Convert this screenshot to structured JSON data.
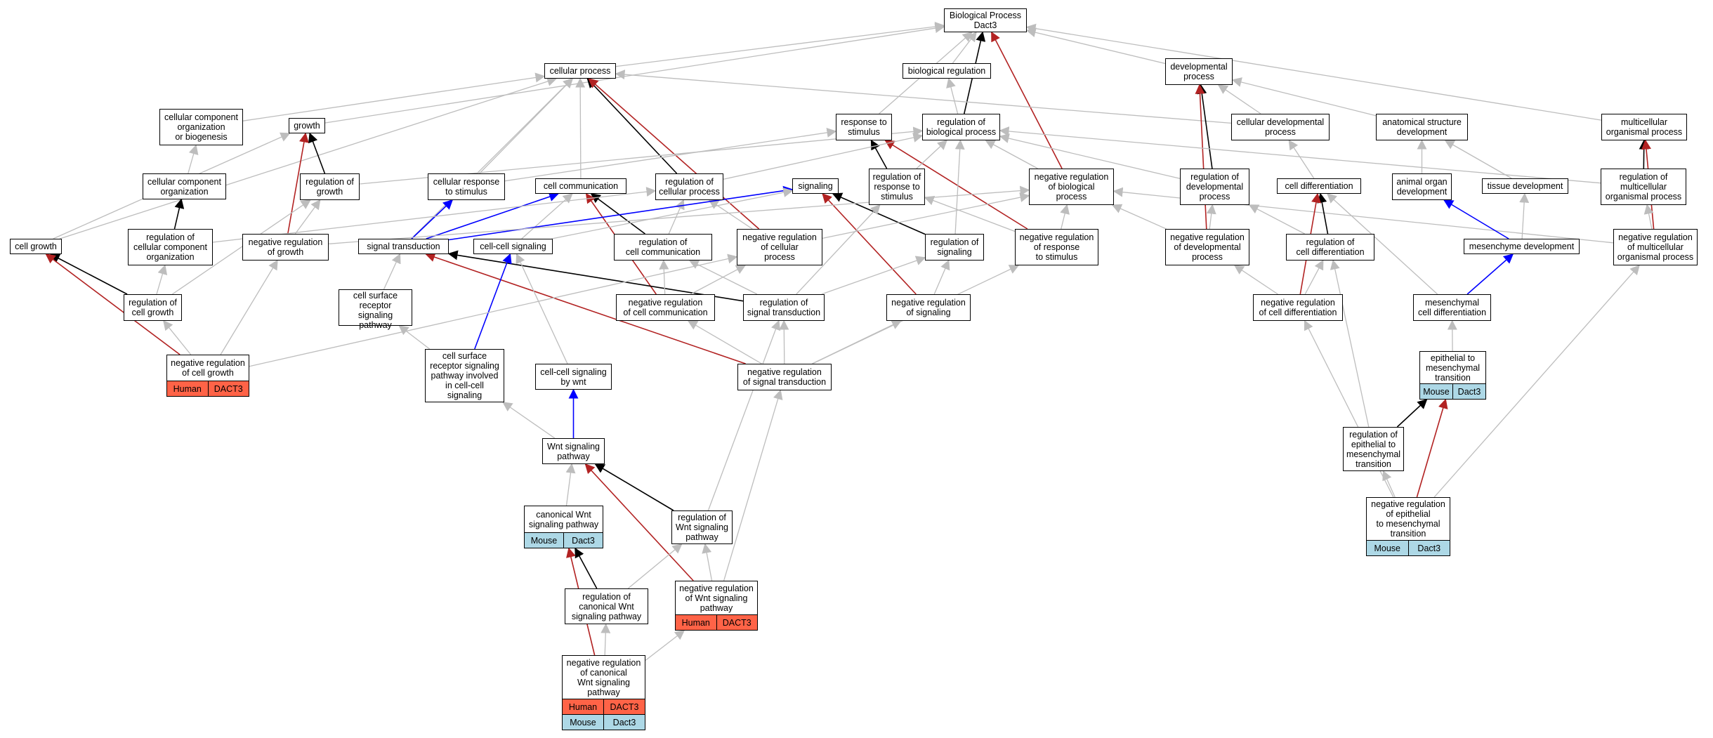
{
  "colors": {
    "is_a": "#bdbdbd",
    "part_of": "#0000ff",
    "regulates": "#000000",
    "negatively_regulates": "#b22222",
    "human_row": "#ff6347",
    "mouse_row": "#add8e6"
  },
  "nodes": {
    "bp": {
      "label": "Biological Process\nDact3"
    },
    "cellular_process": {
      "label": "cellular process"
    },
    "biological_regulation": {
      "label": "biological regulation"
    },
    "developmental_process": {
      "label": "developmental\nprocess"
    },
    "ccob": {
      "label": "cellular component\norganization\nor biogenesis"
    },
    "growth": {
      "label": "growth"
    },
    "response_to_stimulus": {
      "label": "response to\nstimulus"
    },
    "regulation_of_biological_process": {
      "label": "regulation of\nbiological process"
    },
    "cellular_developmental_process": {
      "label": "cellular developmental\nprocess"
    },
    "anatomical_structure_development": {
      "label": "anatomical structure\ndevelopment"
    },
    "multicellular_organismal_process": {
      "label": "multicellular\norganismal process"
    },
    "cco": {
      "label": "cellular component\norganization"
    },
    "regulation_of_growth": {
      "label": "regulation of\ngrowth"
    },
    "cellular_response_to_stimulus": {
      "label": "cellular response\nto stimulus"
    },
    "cell_communication": {
      "label": "cell communication"
    },
    "regulation_of_cellular_process": {
      "label": "regulation of\ncellular process"
    },
    "signaling": {
      "label": "signaling"
    },
    "regulation_of_response_to_stimulus": {
      "label": "regulation of\nresponse to\nstimulus"
    },
    "neg_reg_biological_process": {
      "label": "negative regulation\nof biological\nprocess"
    },
    "regulation_of_developmental_process": {
      "label": "regulation of\ndevelopmental\nprocess"
    },
    "cell_differentiation": {
      "label": "cell differentiation"
    },
    "animal_organ_development": {
      "label": "animal organ\ndevelopment"
    },
    "tissue_development": {
      "label": "tissue development"
    },
    "regulation_of_multicellular_organismal_process": {
      "label": "regulation of\nmulticellular\norganismal process"
    },
    "cell_growth": {
      "label": "cell growth"
    },
    "reg_cco": {
      "label": "regulation of\ncellular component\norganization"
    },
    "neg_reg_growth": {
      "label": "negative regulation\nof growth"
    },
    "signal_transduction": {
      "label": "signal transduction"
    },
    "cell_cell_signaling": {
      "label": "cell-cell signaling"
    },
    "regulation_of_cell_communication": {
      "label": "regulation of\ncell communication"
    },
    "neg_reg_cellular_process": {
      "label": "negative regulation\nof cellular\nprocess"
    },
    "regulation_of_signaling": {
      "label": "regulation of\nsignaling"
    },
    "neg_reg_response_to_stimulus": {
      "label": "negative regulation\nof response\nto stimulus"
    },
    "neg_reg_developmental_process": {
      "label": "negative regulation\nof developmental\nprocess"
    },
    "regulation_of_cell_differentiation": {
      "label": "regulation of\ncell differentiation"
    },
    "mesenchyme_development": {
      "label": "mesenchyme development"
    },
    "neg_reg_multicellular_organismal_process": {
      "label": "negative regulation\nof multicellular\norganismal process"
    },
    "regulation_of_cell_growth": {
      "label": "regulation of\ncell growth"
    },
    "cell_surface_receptor_signaling_pathway": {
      "label": "cell surface\nreceptor signaling\npathway"
    },
    "neg_reg_cell_communication": {
      "label": "negative regulation\nof cell communication"
    },
    "regulation_of_signal_transduction": {
      "label": "regulation of\nsignal transduction"
    },
    "neg_reg_signaling": {
      "label": "negative regulation\nof signaling"
    },
    "neg_reg_cell_differentiation": {
      "label": "negative regulation\nof cell differentiation"
    },
    "mesenchymal_cell_differentiation": {
      "label": "mesenchymal\ncell differentiation"
    },
    "neg_reg_cell_growth": {
      "label": "negative regulation\nof cell growth",
      "species": "Human",
      "gene": "DACT3"
    },
    "csrsp_cell_cell": {
      "label": "cell surface\nreceptor signaling\npathway involved\nin cell-cell\nsignaling"
    },
    "cell_cell_signaling_by_wnt": {
      "label": "cell-cell signaling\nby wnt"
    },
    "neg_reg_signal_transduction": {
      "label": "negative regulation\nof signal transduction"
    },
    "emt": {
      "label": "epithelial to\nmesenchymal\ntransition",
      "species": "Mouse",
      "gene": "Dact3"
    },
    "wnt_signaling_pathway": {
      "label": "Wnt signaling\npathway"
    },
    "reg_emt": {
      "label": "regulation of\nepithelial to\nmesenchymal\ntransition"
    },
    "canonical_wnt": {
      "label": "canonical Wnt\nsignaling pathway",
      "species": "Mouse",
      "gene": "Dact3"
    },
    "reg_wnt": {
      "label": "regulation of\nWnt signaling\npathway"
    },
    "neg_reg_emt": {
      "label": "negative regulation\nof epithelial\nto mesenchymal\ntransition",
      "species": "Mouse",
      "gene": "Dact3"
    },
    "reg_canonical_wnt": {
      "label": "regulation of\ncanonical Wnt\nsignaling pathway"
    },
    "neg_reg_wnt": {
      "label": "negative regulation\nof Wnt signaling\npathway",
      "species": "Human",
      "gene": "DACT3"
    },
    "neg_reg_canonical_wnt": {
      "label": "negative regulation\nof canonical\nWnt signaling\npathway",
      "rows": [
        {
          "species": "Human",
          "gene": "DACT3"
        },
        {
          "species": "Mouse",
          "gene": "Dact3"
        }
      ]
    }
  },
  "edges": [
    [
      "cellular_process",
      "bp",
      "is_a"
    ],
    [
      "biological_regulation",
      "bp",
      "is_a"
    ],
    [
      "developmental_process",
      "bp",
      "is_a"
    ],
    [
      "response_to_stimulus",
      "bp",
      "is_a"
    ],
    [
      "multicellular_organismal_process",
      "bp",
      "is_a"
    ],
    [
      "regulation_of_biological_process",
      "bp",
      "regulates"
    ],
    [
      "neg_reg_biological_process",
      "bp",
      "negatively_regulates"
    ],
    [
      "growth",
      "bp",
      "is_a"
    ],
    [
      "ccob",
      "cellular_process",
      "is_a"
    ],
    [
      "cell_communication",
      "cellular_process",
      "is_a"
    ],
    [
      "cellular_response_to_stimulus",
      "cellular_process",
      "is_a"
    ],
    [
      "cell_growth",
      "cellular_process",
      "is_a"
    ],
    [
      "signal_transduction",
      "cellular_process",
      "is_a"
    ],
    [
      "regulation_of_cellular_process",
      "cellular_process",
      "regulates"
    ],
    [
      "neg_reg_cellular_process",
      "cellular_process",
      "negatively_regulates"
    ],
    [
      "cellular_developmental_process",
      "cellular_process",
      "is_a"
    ],
    [
      "regulation_of_biological_process",
      "biological_regulation",
      "is_a"
    ],
    [
      "cellular_developmental_process",
      "developmental_process",
      "is_a"
    ],
    [
      "anatomical_structure_development",
      "developmental_process",
      "is_a"
    ],
    [
      "regulation_of_developmental_process",
      "developmental_process",
      "regulates"
    ],
    [
      "neg_reg_developmental_process",
      "developmental_process",
      "negatively_regulates"
    ],
    [
      "cco",
      "ccob",
      "is_a"
    ],
    [
      "cell_growth",
      "growth",
      "is_a"
    ],
    [
      "regulation_of_growth",
      "growth",
      "regulates"
    ],
    [
      "neg_reg_growth",
      "growth",
      "negatively_regulates"
    ],
    [
      "cellular_response_to_stimulus",
      "response_to_stimulus",
      "is_a"
    ],
    [
      "regulation_of_response_to_stimulus",
      "response_to_stimulus",
      "regulates"
    ],
    [
      "neg_reg_response_to_stimulus",
      "response_to_stimulus",
      "negatively_regulates"
    ],
    [
      "regulation_of_cellular_process",
      "regulation_of_biological_process",
      "is_a"
    ],
    [
      "regulation_of_response_to_stimulus",
      "regulation_of_biological_process",
      "is_a"
    ],
    [
      "neg_reg_biological_process",
      "regulation_of_biological_process",
      "is_a"
    ],
    [
      "regulation_of_developmental_process",
      "regulation_of_biological_process",
      "is_a"
    ],
    [
      "regulation_of_growth",
      "regulation_of_biological_process",
      "is_a"
    ],
    [
      "regulation_of_signaling",
      "regulation_of_biological_process",
      "is_a"
    ],
    [
      "regulation_of_multicellular_organismal_process",
      "regulation_of_biological_process",
      "is_a"
    ],
    [
      "cell_differentiation",
      "cellular_developmental_process",
      "is_a"
    ],
    [
      "animal_organ_development",
      "anatomical_structure_development",
      "is_a"
    ],
    [
      "tissue_development",
      "anatomical_structure_development",
      "is_a"
    ],
    [
      "regulation_of_multicellular_organismal_process",
      "multicellular_organismal_process",
      "regulates"
    ],
    [
      "neg_reg_multicellular_organismal_process",
      "multicellular_organismal_process",
      "negatively_regulates"
    ],
    [
      "reg_cco",
      "cco",
      "regulates"
    ],
    [
      "regulation_of_cell_growth",
      "regulation_of_growth",
      "is_a"
    ],
    [
      "neg_reg_growth",
      "regulation_of_growth",
      "is_a"
    ],
    [
      "signal_transduction",
      "cellular_response_to_stimulus",
      "part_of"
    ],
    [
      "signal_transduction",
      "cell_communication",
      "part_of"
    ],
    [
      "cell_cell_signaling",
      "cell_communication",
      "is_a"
    ],
    [
      "regulation_of_cell_communication",
      "cell_communication",
      "regulates"
    ],
    [
      "neg_reg_cell_communication",
      "cell_communication",
      "negatively_regulates"
    ],
    [
      "reg_cco",
      "regulation_of_cellular_process",
      "is_a"
    ],
    [
      "regulation_of_cell_communication",
      "regulation_of_cellular_process",
      "is_a"
    ],
    [
      "neg_reg_cellular_process",
      "regulation_of_cellular_process",
      "is_a"
    ],
    [
      "signal_transduction",
      "signaling",
      "part_of"
    ],
    [
      "cell_cell_signaling",
      "signaling",
      "is_a"
    ],
    [
      "regulation_of_signaling",
      "signaling",
      "regulates"
    ],
    [
      "neg_reg_signaling",
      "signaling",
      "negatively_regulates"
    ],
    [
      "regulation_of_signal_transduction",
      "regulation_of_response_to_stimulus",
      "is_a"
    ],
    [
      "neg_reg_response_to_stimulus",
      "regulation_of_response_to_stimulus",
      "is_a"
    ],
    [
      "neg_reg_cellular_process",
      "neg_reg_biological_process",
      "is_a"
    ],
    [
      "neg_reg_response_to_stimulus",
      "neg_reg_biological_process",
      "is_a"
    ],
    [
      "neg_reg_developmental_process",
      "neg_reg_biological_process",
      "is_a"
    ],
    [
      "neg_reg_multicellular_organismal_process",
      "neg_reg_biological_process",
      "is_a"
    ],
    [
      "neg_reg_growth",
      "neg_reg_biological_process",
      "is_a"
    ],
    [
      "neg_reg_developmental_process",
      "regulation_of_developmental_process",
      "is_a"
    ],
    [
      "regulation_of_cell_differentiation",
      "regulation_of_developmental_process",
      "is_a"
    ],
    [
      "regulation_of_cell_differentiation",
      "cell_differentiation",
      "regulates"
    ],
    [
      "neg_reg_cell_differentiation",
      "cell_differentiation",
      "negatively_regulates"
    ],
    [
      "mesenchymal_cell_differentiation",
      "cell_differentiation",
      "is_a"
    ],
    [
      "mesenchyme_development",
      "animal_organ_development",
      "part_of"
    ],
    [
      "mesenchyme_development",
      "tissue_development",
      "is_a"
    ],
    [
      "neg_reg_multicellular_organismal_process",
      "regulation_of_multicellular_organismal_process",
      "is_a"
    ],
    [
      "regulation_of_cell_growth",
      "cell_growth",
      "regulates"
    ],
    [
      "neg_reg_cell_growth",
      "cell_growth",
      "negatively_regulates"
    ],
    [
      "regulation_of_cell_growth",
      "reg_cco",
      "is_a"
    ],
    [
      "cell_surface_receptor_signaling_pathway",
      "signal_transduction",
      "is_a"
    ],
    [
      "regulation_of_signal_transduction",
      "signal_transduction",
      "regulates"
    ],
    [
      "neg_reg_signal_transduction",
      "signal_transduction",
      "negatively_regulates"
    ],
    [
      "csrsp_cell_cell",
      "cell_cell_signaling",
      "part_of"
    ],
    [
      "cell_cell_signaling_by_wnt",
      "cell_cell_signaling",
      "is_a"
    ],
    [
      "regulation_of_signal_transduction",
      "regulation_of_cell_communication",
      "is_a"
    ],
    [
      "neg_reg_cell_communication",
      "regulation_of_cell_communication",
      "is_a"
    ],
    [
      "neg_reg_cell_communication",
      "neg_reg_cellular_process",
      "is_a"
    ],
    [
      "regulation_of_signal_transduction",
      "regulation_of_signaling",
      "is_a"
    ],
    [
      "neg_reg_signaling",
      "regulation_of_signaling",
      "is_a"
    ],
    [
      "neg_reg_signal_transduction",
      "neg_reg_response_to_stimulus",
      "is_a"
    ],
    [
      "neg_reg_cell_differentiation",
      "neg_reg_developmental_process",
      "is_a"
    ],
    [
      "neg_reg_cell_differentiation",
      "regulation_of_cell_differentiation",
      "is_a"
    ],
    [
      "reg_emt",
      "regulation_of_cell_differentiation",
      "is_a"
    ],
    [
      "mesenchymal_cell_differentiation",
      "mesenchyme_development",
      "part_of"
    ],
    [
      "neg_reg_emt",
      "neg_reg_multicellular_organismal_process",
      "is_a"
    ],
    [
      "neg_reg_cell_growth",
      "regulation_of_cell_growth",
      "is_a"
    ],
    [
      "neg_reg_cell_growth",
      "neg_reg_growth",
      "is_a"
    ],
    [
      "neg_reg_cell_growth",
      "neg_reg_cellular_process",
      "is_a"
    ],
    [
      "csrsp_cell_cell",
      "cell_surface_receptor_signaling_pathway",
      "is_a"
    ],
    [
      "neg_reg_signal_transduction",
      "neg_reg_cell_communication",
      "is_a"
    ],
    [
      "neg_reg_signal_transduction",
      "regulation_of_signal_transduction",
      "is_a"
    ],
    [
      "neg_reg_signal_transduction",
      "neg_reg_signaling",
      "is_a"
    ],
    [
      "neg_reg_emt",
      "neg_reg_cell_differentiation",
      "is_a"
    ],
    [
      "emt",
      "mesenchymal_cell_differentiation",
      "is_a"
    ],
    [
      "wnt_signaling_pathway",
      "csrsp_cell_cell",
      "is_a"
    ],
    [
      "wnt_signaling_pathway",
      "cell_cell_signaling_by_wnt",
      "part_of"
    ],
    [
      "reg_emt",
      "emt",
      "regulates"
    ],
    [
      "neg_reg_emt",
      "emt",
      "negatively_regulates"
    ],
    [
      "neg_reg_emt",
      "reg_emt",
      "is_a"
    ],
    [
      "canonical_wnt",
      "wnt_signaling_pathway",
      "is_a"
    ],
    [
      "reg_wnt",
      "wnt_signaling_pathway",
      "regulates"
    ],
    [
      "neg_reg_wnt",
      "wnt_signaling_pathway",
      "negatively_regulates"
    ],
    [
      "reg_wnt",
      "regulation_of_signal_transduction",
      "is_a"
    ],
    [
      "neg_reg_wnt",
      "neg_reg_signal_transduction",
      "is_a"
    ],
    [
      "neg_reg_wnt",
      "reg_wnt",
      "is_a"
    ],
    [
      "reg_canonical_wnt",
      "canonical_wnt",
      "regulates"
    ],
    [
      "reg_canonical_wnt",
      "reg_wnt",
      "is_a"
    ],
    [
      "neg_reg_canonical_wnt",
      "canonical_wnt",
      "negatively_regulates"
    ],
    [
      "neg_reg_canonical_wnt",
      "reg_canonical_wnt",
      "is_a"
    ],
    [
      "neg_reg_canonical_wnt",
      "neg_reg_wnt",
      "is_a"
    ]
  ]
}
